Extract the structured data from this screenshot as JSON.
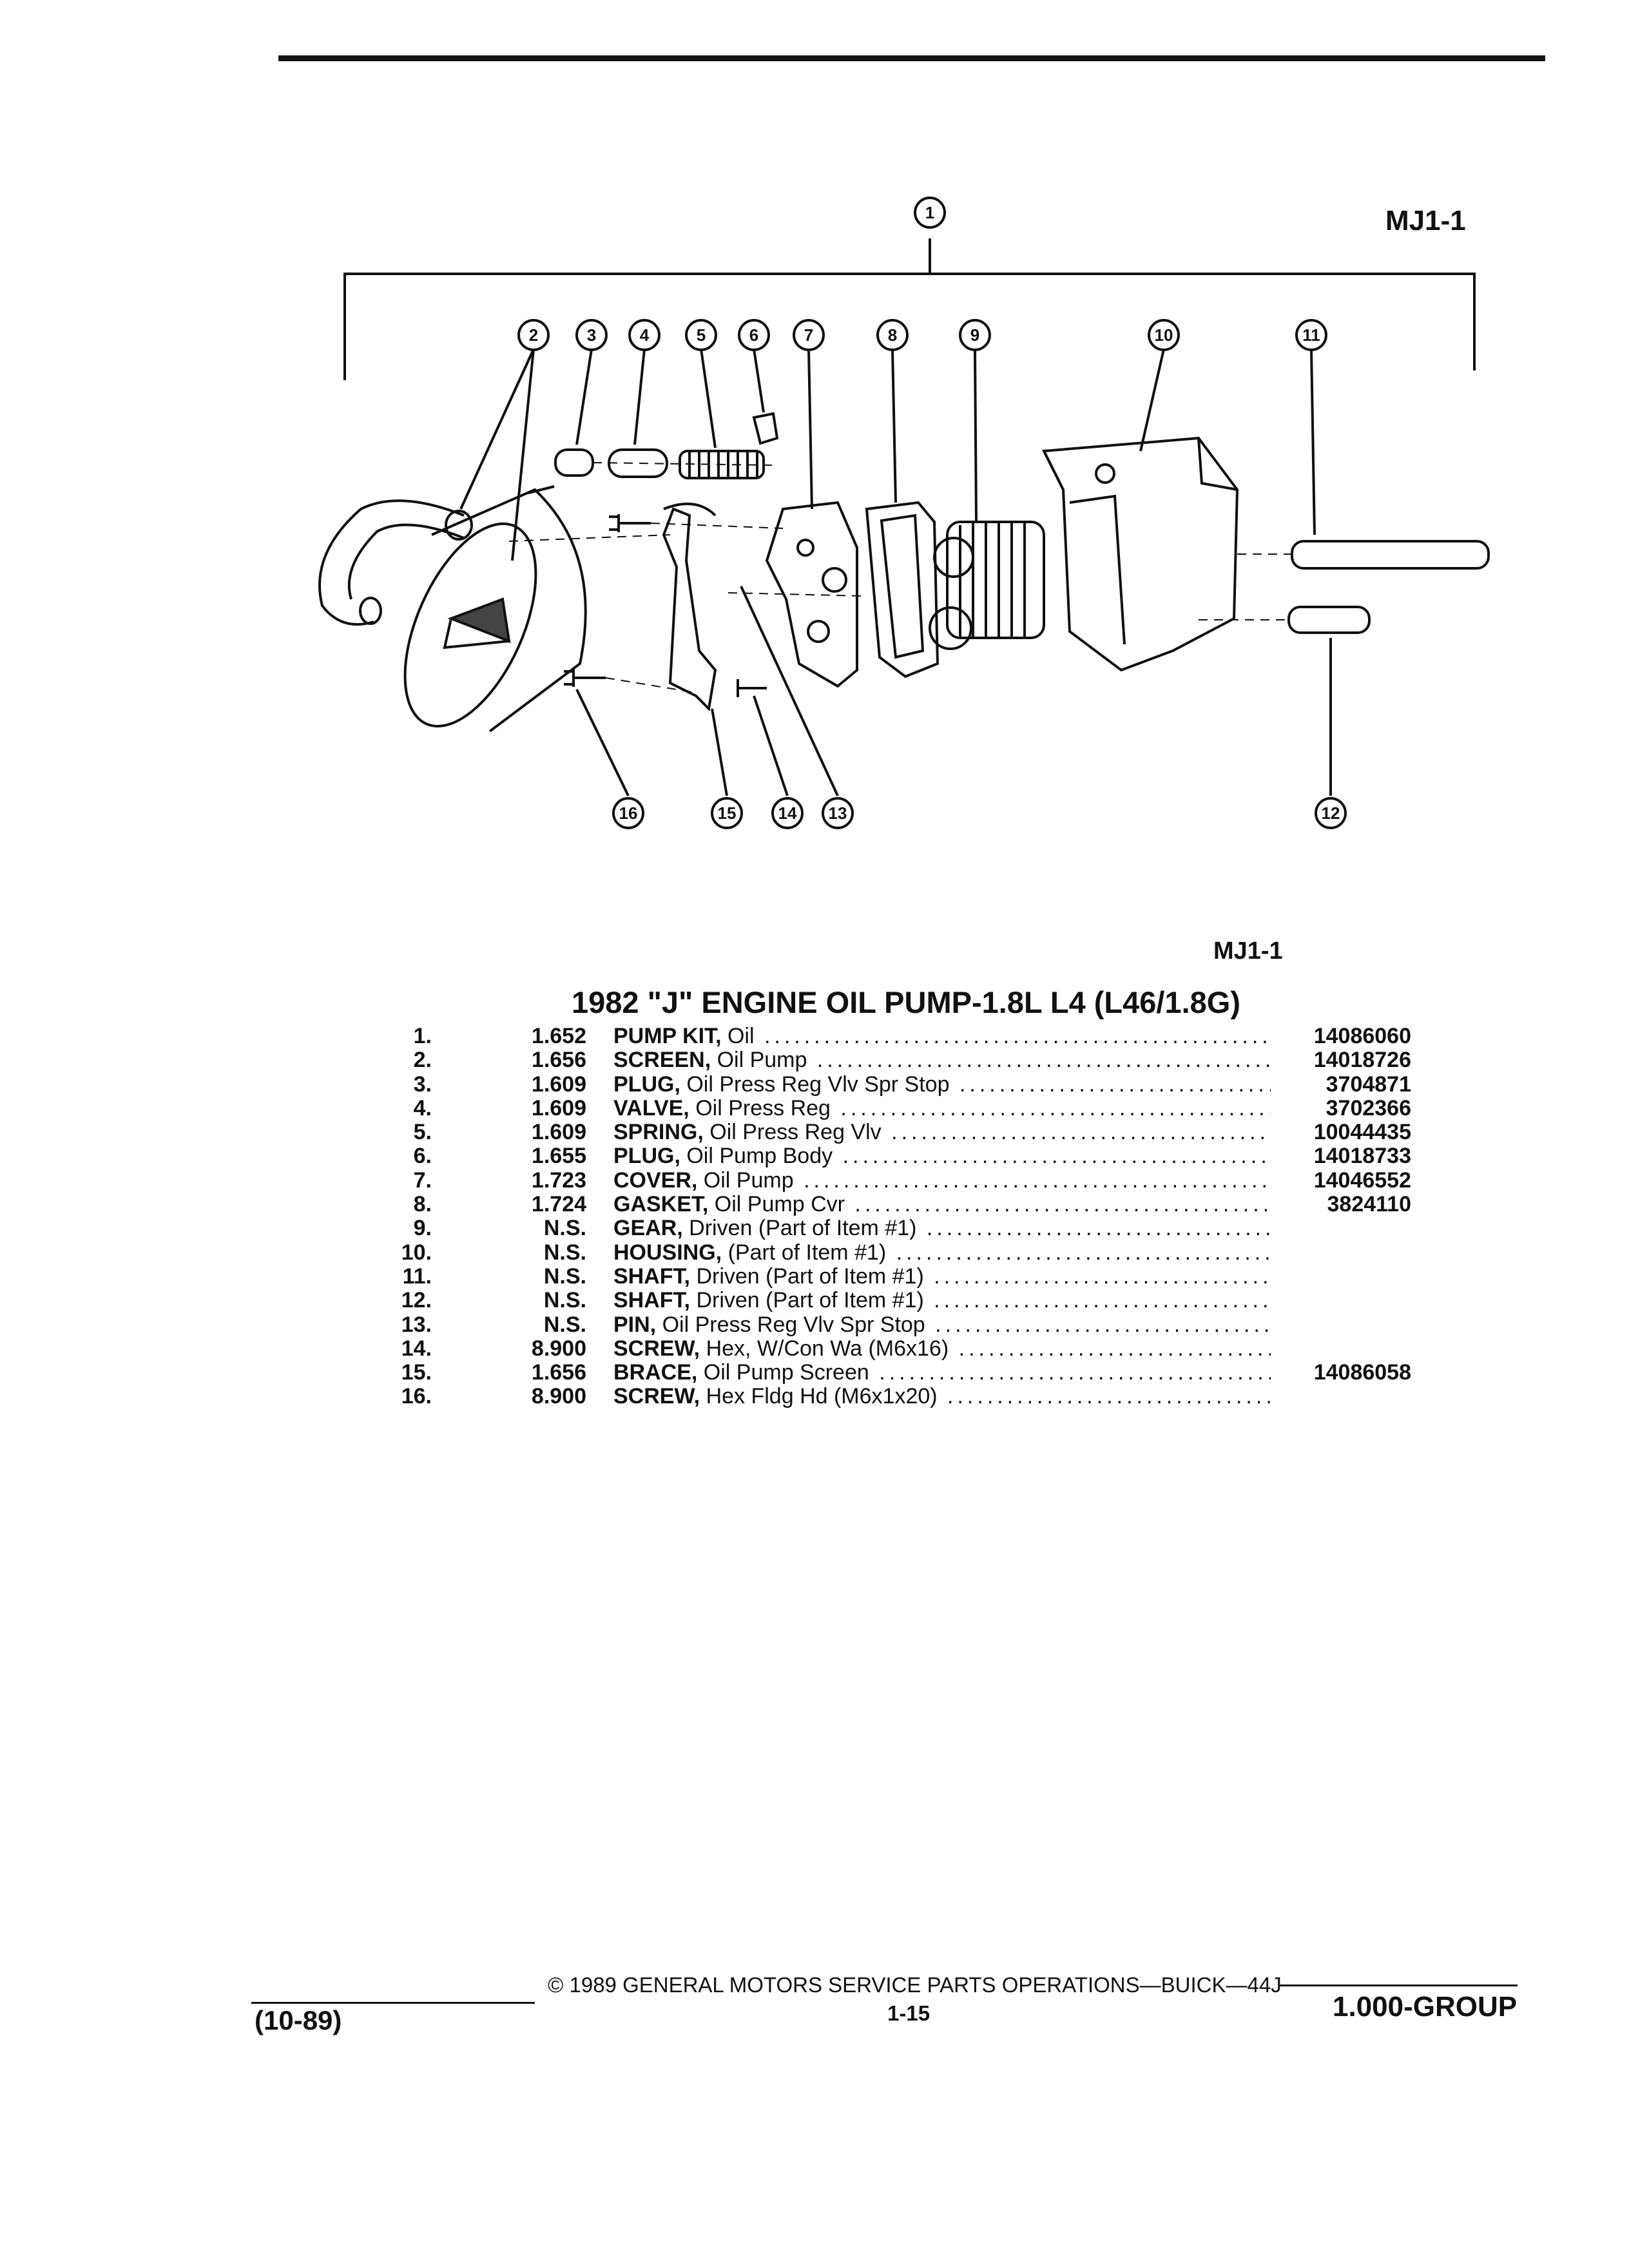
{
  "figure_code": "MJ1-1",
  "title": "1982 \"J\" ENGINE OIL PUMP-1.8L L4 (L46/1.8G)",
  "callouts": [
    "1",
    "2",
    "3",
    "4",
    "5",
    "6",
    "7",
    "8",
    "9",
    "10",
    "11",
    "12",
    "13",
    "14",
    "15",
    "16"
  ],
  "parts": [
    {
      "no": "1.",
      "group": "1.652",
      "name": "PUMP KIT,",
      "desc": " Oil",
      "part": "14086060"
    },
    {
      "no": "2.",
      "group": "1.656",
      "name": "SCREEN,",
      "desc": " Oil Pump",
      "part": "14018726"
    },
    {
      "no": "3.",
      "group": "1.609",
      "name": "PLUG,",
      "desc": " Oil Press Reg Vlv Spr Stop",
      "part": "3704871"
    },
    {
      "no": "4.",
      "group": "1.609",
      "name": "VALVE,",
      "desc": " Oil Press Reg",
      "part": "3702366"
    },
    {
      "no": "5.",
      "group": "1.609",
      "name": "SPRING,",
      "desc": " Oil Press Reg Vlv",
      "part": "10044435"
    },
    {
      "no": "6.",
      "group": "1.655",
      "name": "PLUG,",
      "desc": " Oil Pump Body",
      "part": "14018733"
    },
    {
      "no": "7.",
      "group": "1.723",
      "name": "COVER,",
      "desc": " Oil Pump",
      "part": "14046552"
    },
    {
      "no": "8.",
      "group": "1.724",
      "name": "GASKET,",
      "desc": " Oil Pump Cvr",
      "part": "3824110"
    },
    {
      "no": "9.",
      "group": "N.S.",
      "name": "GEAR,",
      "desc": " Driven (Part of Item #1)",
      "part": ""
    },
    {
      "no": "10.",
      "group": "N.S.",
      "name": "HOUSING,",
      "desc": " (Part of Item #1)",
      "part": ""
    },
    {
      "no": "11.",
      "group": "N.S.",
      "name": "SHAFT,",
      "desc": " Driven (Part of Item #1)",
      "part": ""
    },
    {
      "no": "12.",
      "group": "N.S.",
      "name": "SHAFT,",
      "desc": " Driven (Part of Item #1)",
      "part": ""
    },
    {
      "no": "13.",
      "group": "N.S.",
      "name": "PIN,",
      "desc": " Oil Press Reg Vlv Spr Stop",
      "part": ""
    },
    {
      "no": "14.",
      "group": "8.900",
      "name": "SCREW,",
      "desc": " Hex, W/Con Wa (M6x16)",
      "part": ""
    },
    {
      "no": "15.",
      "group": "1.656",
      "name": "BRACE,",
      "desc": " Oil Pump Screen",
      "part": "14086058"
    },
    {
      "no": "16.",
      "group": "8.900",
      "name": "SCREW,",
      "desc": " Hex Fldg Hd (M6x1x20)",
      "part": ""
    }
  ],
  "footer": {
    "date": "(10-89)",
    "copyright": "© 1989 GENERAL MOTORS SERVICE PARTS OPERATIONS—BUICK—44J",
    "page": "1-15",
    "group": "1.000-GROUP"
  }
}
